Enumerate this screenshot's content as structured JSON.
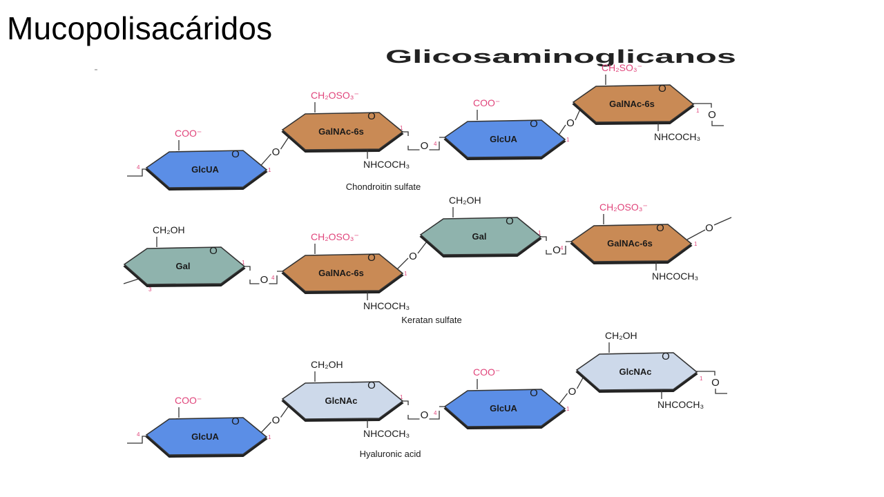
{
  "slide_title": "Mucopolisacáridos",
  "diagram_heading": "Glicosaminoglicanos",
  "colors": {
    "glcua": "#5b8ee6",
    "galnac": "#c98a55",
    "gal": "#8fb3ad",
    "glcnac": "#cdd9ea",
    "pink": "#e0457b"
  },
  "rows": [
    {
      "caption": "Chondroitin sulfate",
      "rings": [
        {
          "label": "GlcUA",
          "type": "glcua",
          "substituent": "COO⁻",
          "substituent_color": "pink"
        },
        {
          "label": "GalNAc-6s",
          "type": "galnac",
          "substituent": "CH₂OSO₃⁻",
          "substituent_color": "pink",
          "amide": "NHCOCH₃"
        },
        {
          "label": "GlcUA",
          "type": "glcua",
          "substituent": "COO⁻",
          "substituent_color": "pink"
        },
        {
          "label": "GalNAc-6s",
          "type": "galnac",
          "substituent": "CH₂SO₃⁻",
          "substituent_color": "pink",
          "amide": "NHCOCH₃"
        }
      ]
    },
    {
      "caption": "Keratan sulfate",
      "rings": [
        {
          "label": "Gal",
          "type": "gal",
          "substituent": "CH₂OH",
          "substituent_color": "black"
        },
        {
          "label": "GalNAc-6s",
          "type": "galnac",
          "substituent": "CH₂OSO₃⁻",
          "substituent_color": "pink",
          "amide": "NHCOCH₃"
        },
        {
          "label": "Gal",
          "type": "gal",
          "substituent": "CH₂OH",
          "substituent_color": "black"
        },
        {
          "label": "GalNAc-6s",
          "type": "galnac",
          "substituent": "CH₂OSO₃⁻",
          "substituent_color": "pink",
          "amide": "NHCOCH₃"
        }
      ]
    },
    {
      "caption": "Hyaluronic acid",
      "rings": [
        {
          "label": "GlcUA",
          "type": "glcua",
          "substituent": "COO⁻",
          "substituent_color": "pink"
        },
        {
          "label": "GlcNAc",
          "type": "glcnac",
          "substituent": "CH₂OH",
          "substituent_color": "black",
          "amide": "NHCOCH₃"
        },
        {
          "label": "GlcUA",
          "type": "glcua",
          "substituent": "COO⁻",
          "substituent_color": "pink"
        },
        {
          "label": "GlcNAc",
          "type": "glcnac",
          "substituent": "CH₂OH",
          "substituent_color": "black",
          "amide": "NHCOCH₃"
        }
      ]
    }
  ]
}
